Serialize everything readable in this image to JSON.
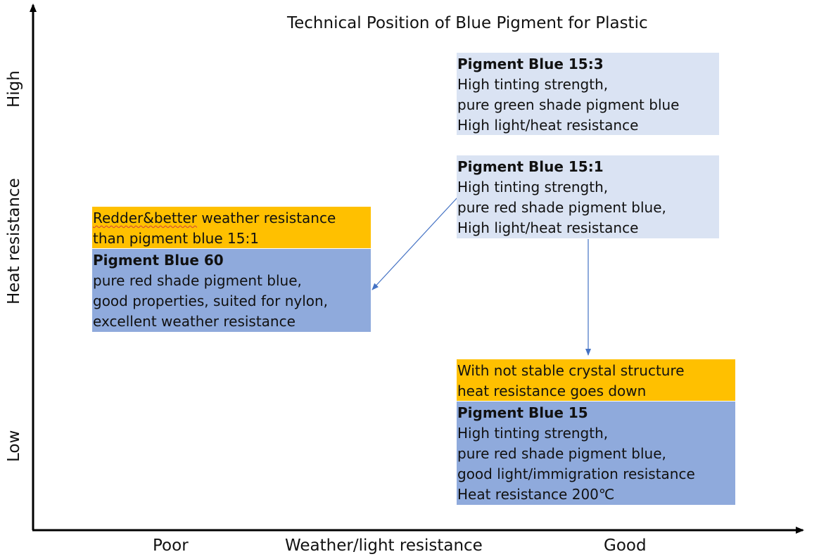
{
  "title": "Technical Position of Blue Pigment for Plastic",
  "x_axis": {
    "label": "Weather/light resistance",
    "low": "Poor",
    "high": "Good"
  },
  "y_axis": {
    "label": "Heat resistance",
    "low": "Low",
    "high": "High"
  },
  "colors": {
    "light_blue_box": "#dae3f3",
    "blue_box": "#8faadc",
    "note_box": "#ffc000",
    "arrow": "#4472c4",
    "axis": "#000000"
  },
  "pb153": {
    "name": "Pigment Blue 15:3",
    "lines": [
      "High tinting strength,",
      "pure green shade pigment blue",
      "High light/heat resistance"
    ]
  },
  "pb151": {
    "name": "Pigment Blue 15:1",
    "lines": [
      "High tinting strength,",
      "pure red shade pigment blue,",
      "High light/heat resistance"
    ]
  },
  "pb60_note": {
    "first_word": "Redder&better",
    "line1_rest": " weather resistance",
    "line2": "than pigment blue 15:1"
  },
  "pb60": {
    "name": "Pigment Blue 60",
    "lines": [
      "pure red shade pigment blue,",
      "good properties, suited for nylon,",
      "excellent weather resistance"
    ]
  },
  "pb15_note": {
    "lines": [
      "With not stable crystal structure",
      "heat resistance goes down"
    ]
  },
  "pb15": {
    "name": "Pigment Blue 15",
    "lines": [
      "High tinting strength,",
      "pure red shade pigment blue,",
      "good light/immigration resistance",
      "Heat resistance 200℃"
    ]
  }
}
